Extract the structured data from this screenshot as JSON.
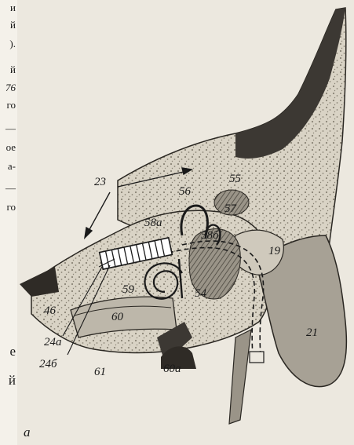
{
  "left_margin_fragments": [
    "и",
    "й",
    ").",
    "й",
    "76",
    "го",
    "—",
    "ое",
    "а-",
    "—",
    "го",
    "е",
    "й"
  ],
  "figure": {
    "panel_letter": "а",
    "labels": {
      "l23": "23",
      "l55": "55",
      "l56": "56",
      "l57": "57",
      "l58a": "58а",
      "l58b": "58б",
      "l19": "19",
      "l59": "59",
      "l54": "54",
      "l46": "46",
      "l60": "60",
      "l24a": "24а",
      "l24b": "24б",
      "l21": "21",
      "l61": "61",
      "l60a": "60а"
    }
  }
}
